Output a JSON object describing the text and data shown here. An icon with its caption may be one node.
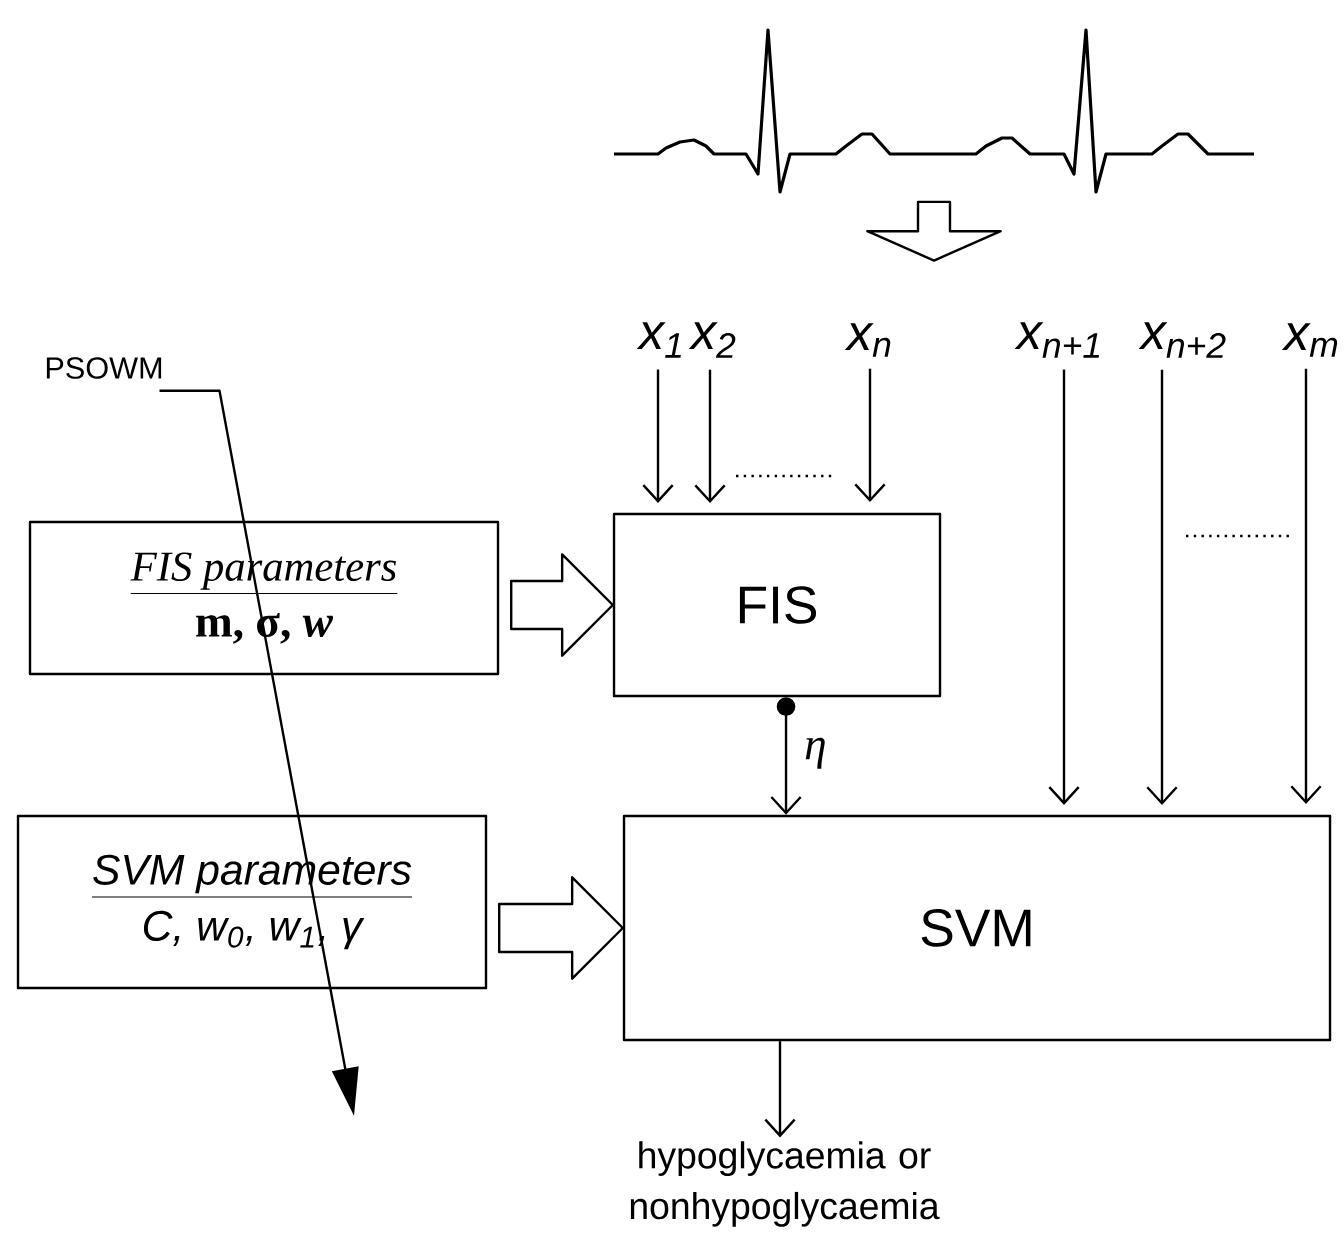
{
  "diagram": {
    "nodes": [
      {
        "text": [],
        "shape": "picture"
      },
      {
        "text": [
          "x$_{1}$"
        ]
      },
      {
        "text": [
          "x$_{2}$"
        ]
      },
      {
        "text": [
          "x$_{n}$"
        ]
      },
      {
        "text": [
          "x$_{n+1}$"
        ]
      },
      {
        "text": [
          "x$_{n+2}$"
        ]
      },
      {
        "text": [
          "x$_{m}$"
        ]
      },
      {
        "text": [
          "FIS parameters",
          "m, σ, *w*"
        ]
      },
      {
        "text": [
          "FIS"
        ]
      },
      {
        "text": [
          "SVM parameters",
          "C, w$_{0}$, w$_{1}$, γ"
        ]
      },
      {
        "text": [
          "SVM"
        ]
      },
      {
        "text": [
          "PSOWM"
        ]
      },
      {
        "text": [
          "hypoglycaemia or nonhypoglycaemia"
        ]
      }
    ],
    "edges": [
      {
        "from": 0,
        "to": null,
        "arrow": "to"
      },
      {
        "from": 1,
        "to": 8,
        "arrow": "to"
      },
      {
        "from": 2,
        "to": 8,
        "arrow": "to"
      },
      {
        "from": 3,
        "to": 8,
        "arrow": "to"
      },
      {
        "from": 4,
        "to": 10,
        "arrow": "to"
      },
      {
        "from": 5,
        "to": 10,
        "arrow": "to"
      },
      {
        "from": 6,
        "to": 10,
        "arrow": "to"
      },
      {
        "from": 7,
        "to": 8,
        "arrow": "to"
      },
      {
        "from": 9,
        "to": 10,
        "arrow": "to"
      },
      {
        "from": 8,
        "to": 10,
        "arrow": "to",
        "label": "η"
      },
      {
        "from": 10,
        "to": 12,
        "arrow": "to"
      },
      {
        "from": 11,
        "to": null,
        "arrow": "to"
      }
    ]
  }
}
